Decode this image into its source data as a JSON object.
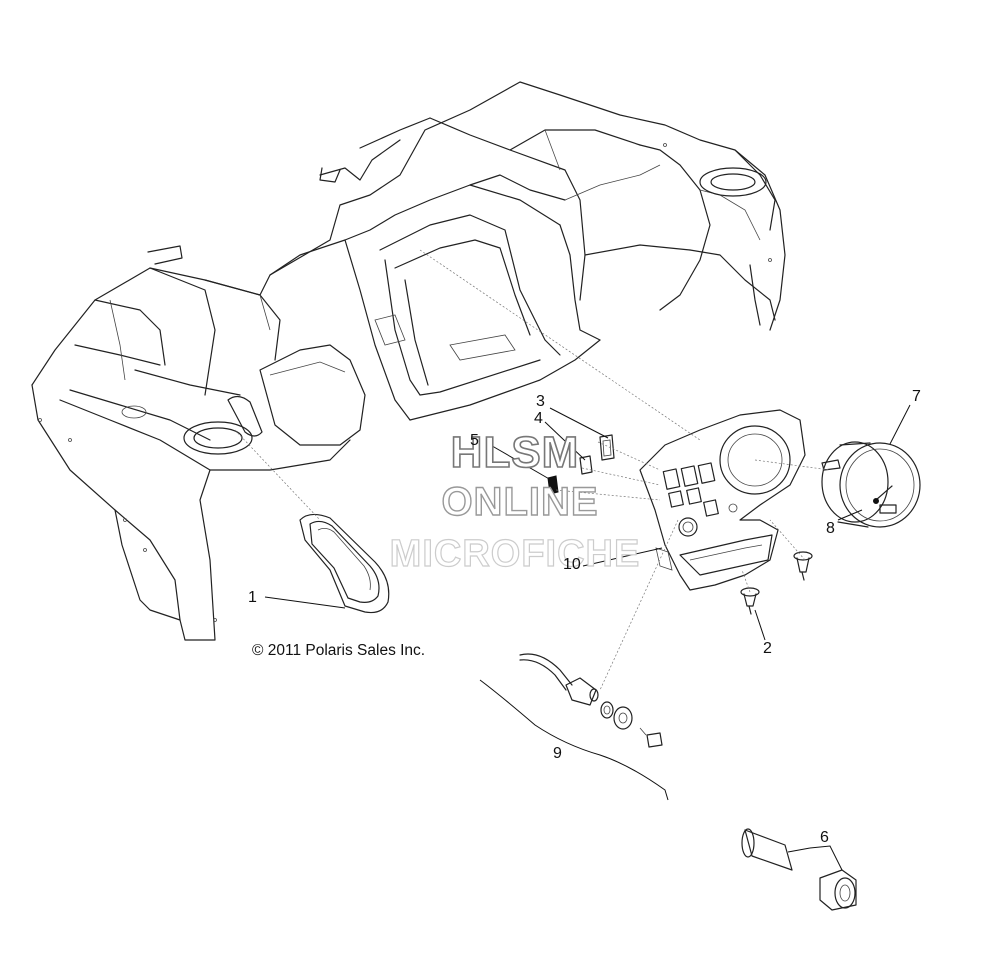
{
  "watermark": {
    "line1": "HLSM",
    "line2": "ONLINE",
    "line3": "MICROFICHE"
  },
  "copyright": "© 2011 Polaris Sales Inc.",
  "callouts": [
    "1",
    "2",
    "3",
    "4",
    "5",
    "6",
    "7",
    "8",
    "9",
    "10"
  ]
}
